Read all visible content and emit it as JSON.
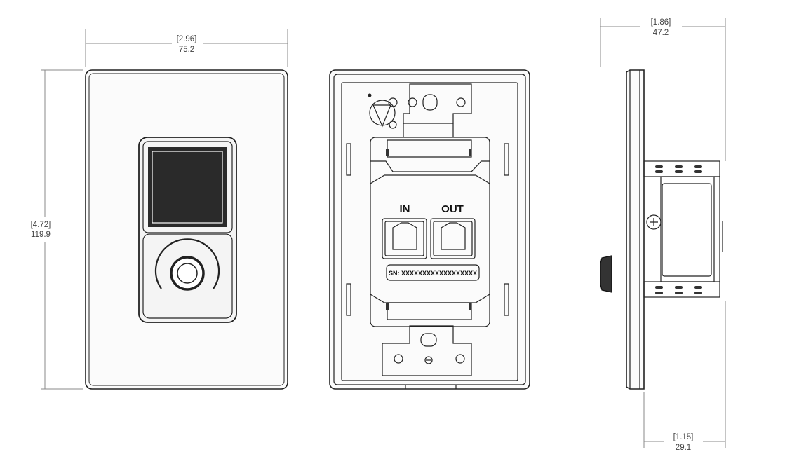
{
  "dimensions": {
    "front_width": {
      "inch": "[2.96]",
      "mm": "75.2"
    },
    "front_height": {
      "inch": "[4.72]",
      "mm": "119.9"
    },
    "side_depth": {
      "inch": "[1.86]",
      "mm": "47.2"
    },
    "side_plate": {
      "inch": "[1.15]",
      "mm": "29.1"
    }
  },
  "rear_view": {
    "port_in_label": "IN",
    "port_out_label": "OUT",
    "serial_label": "SN: XXXXXXXXXXXXXXXXXX"
  },
  "colors": {
    "line": "#222222",
    "dim_line": "#777777",
    "screen": "#2a2a2a",
    "plate_fill": "#fbfbfb"
  }
}
